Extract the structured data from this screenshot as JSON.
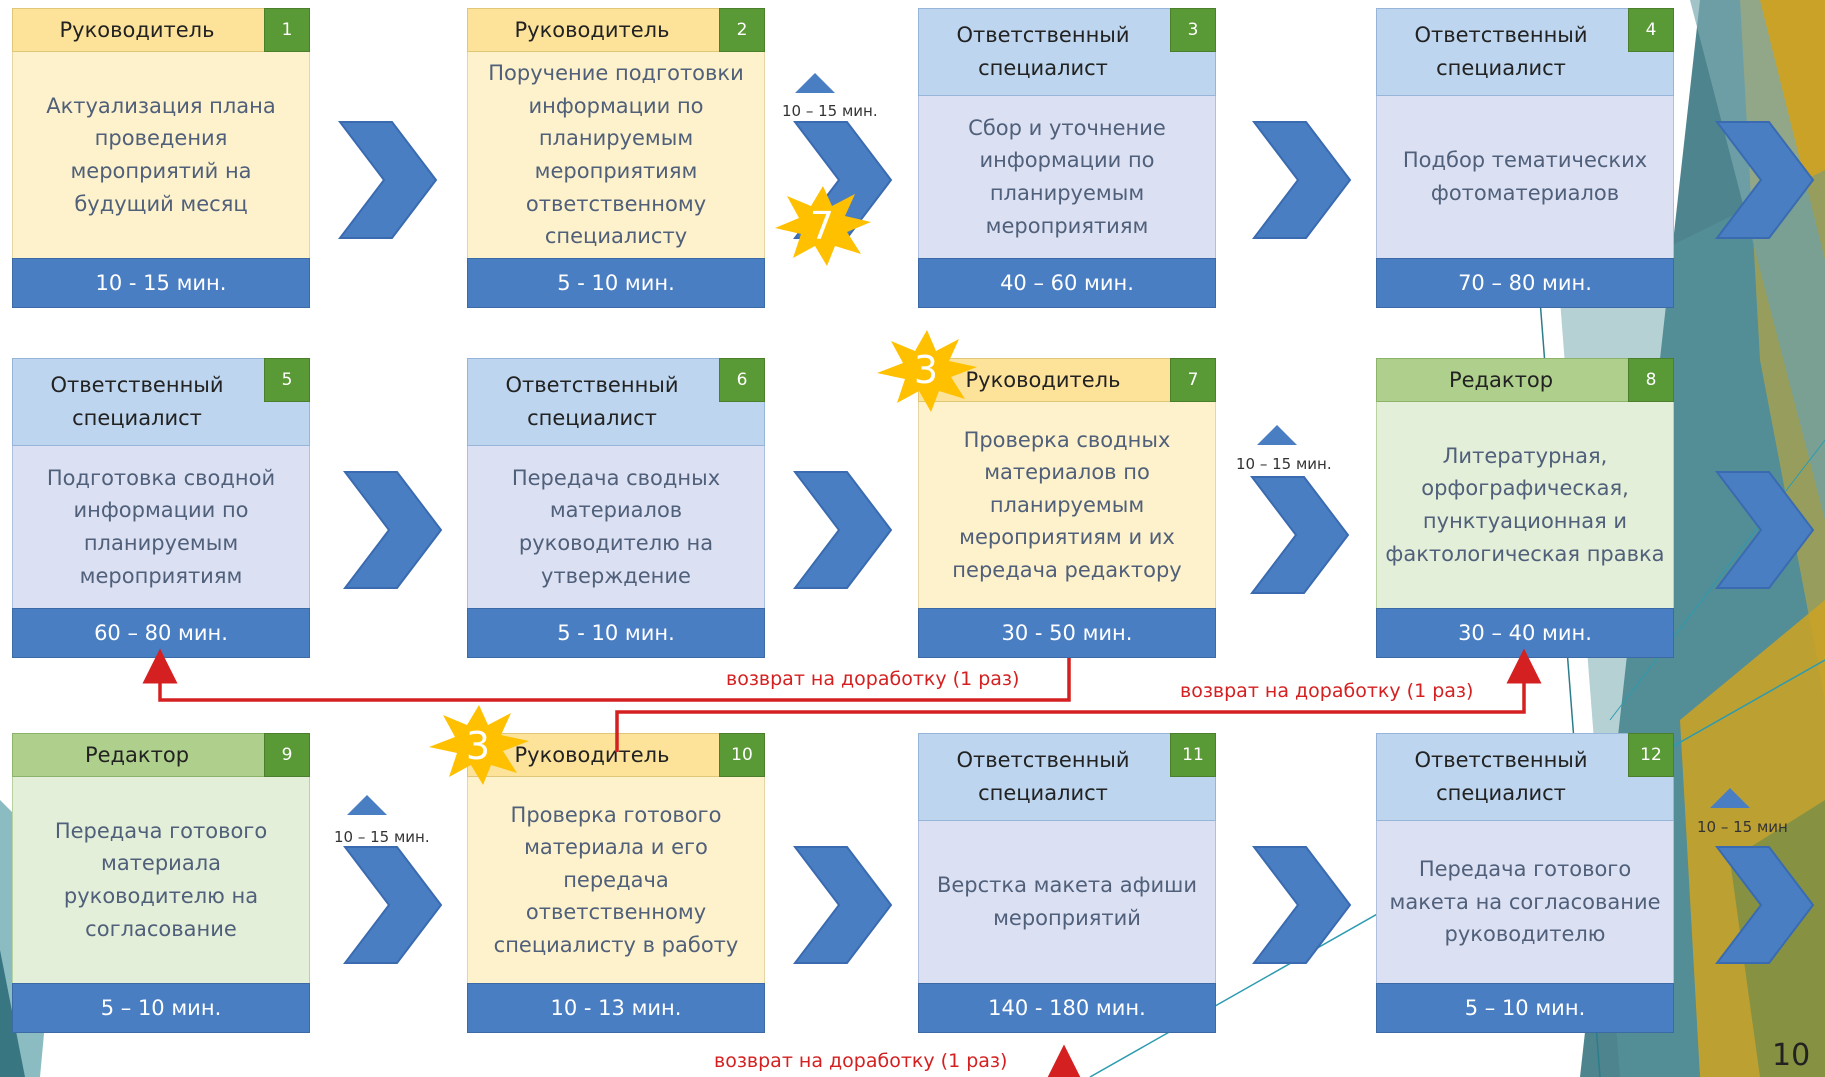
{
  "steps": [
    {
      "role": "Руководитель",
      "number": "1",
      "task": "Актуализация плана проведения мероприятий на будущий месяц",
      "time": "10 - 15 мин."
    },
    {
      "role": "Руководитель",
      "number": "2",
      "task": "Поручение подготовки информации по планируемым мероприятиям ответственному специалисту",
      "time": "5 - 10 мин."
    },
    {
      "role": "Ответственный специалист",
      "number": "3",
      "task": "Сбор и уточнение информации по планируемым мероприятиям",
      "time": "40 – 60 мин."
    },
    {
      "role": "Ответственный специалист",
      "number": "4",
      "task": "Подбор тематических фотоматериалов",
      "time": "70 – 80 мин."
    },
    {
      "role": "Ответственный специалист",
      "number": "5",
      "task": "Подготовка сводной информации по планируемым мероприятиям",
      "time": "60 – 80 мин."
    },
    {
      "role": "Ответственный специалист",
      "number": "6",
      "task": "Передача сводных материалов руководителю на утверждение",
      "time": "5 - 10 мин."
    },
    {
      "role": "Руководитель",
      "number": "7",
      "task": "Проверка сводных материалов по планируемым мероприятиям и их передача редактору",
      "time": "30 - 50 мин."
    },
    {
      "role": "Редактор",
      "number": "8",
      "task": "Литературная, орфографическая, пунктуационная и фактологическая правка",
      "time": "30 – 40 мин."
    },
    {
      "role": "Редактор",
      "number": "9",
      "task": "Передача готового материала руководителю на согласование",
      "time": "5 – 10 мин."
    },
    {
      "role": "Руководитель",
      "number": "10",
      "task": "Проверка готового материала и его передача ответственному специалисту в работу",
      "time": "10 - 13 мин."
    },
    {
      "role": "Ответственный специалист",
      "number": "11",
      "task": "Верстка макета афиши мероприятий",
      "time": "140 - 180 мин."
    },
    {
      "role": "Ответственный специалист",
      "number": "12",
      "task": "Передача готового макета на согласование руководителю",
      "time": "5 – 10 мин."
    }
  ],
  "wait_labels": [
    "10 – 15 мин.",
    "10 – 15 мин.",
    "10 – 15 мин.",
    "10 – 15 мин"
  ],
  "returns": [
    "возврат на доработку (1 раз)",
    "возврат на доработку (1 раз)",
    "возврат на доработку (1 раз)"
  ],
  "badges": [
    "7",
    "3",
    "3"
  ],
  "slide_number": "10",
  "colors": {
    "leader": "#fde39a",
    "specialist": "#bdd5ee",
    "editor": "#aed08c",
    "time_bar": "#4a7ec3",
    "step_badge": "#5a9a36",
    "return_line": "#d42020",
    "burst": "#ffc000",
    "arrow": "#4a7ec3"
  }
}
